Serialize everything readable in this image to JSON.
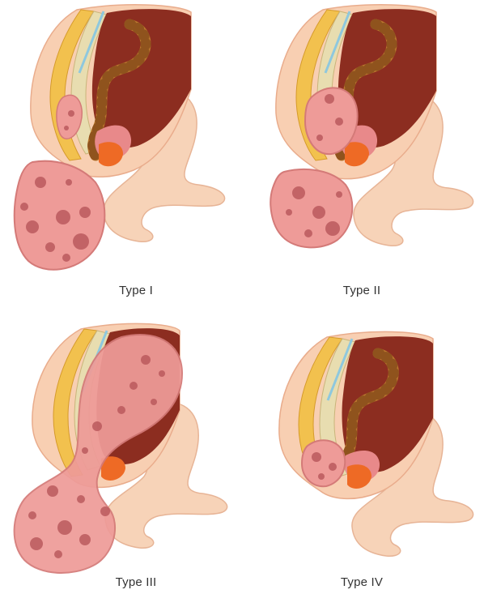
{
  "panels": [
    {
      "label": "Type I"
    },
    {
      "label": "Type II"
    },
    {
      "label": "Type III"
    },
    {
      "label": "Type IV"
    }
  ],
  "colors": {
    "skin": "#f8cfb2",
    "skin_shadow": "#e9ac8c",
    "spine": "#f2c14e",
    "bone": "#e8ddb0",
    "spinal_canal": "#8ec8de",
    "cavity": "#8c2d20",
    "bowel": "#b9772e",
    "rectum_orange": "#ee6a25",
    "tumor": "#ee9b98",
    "tumor_spot": "#b8565a"
  }
}
